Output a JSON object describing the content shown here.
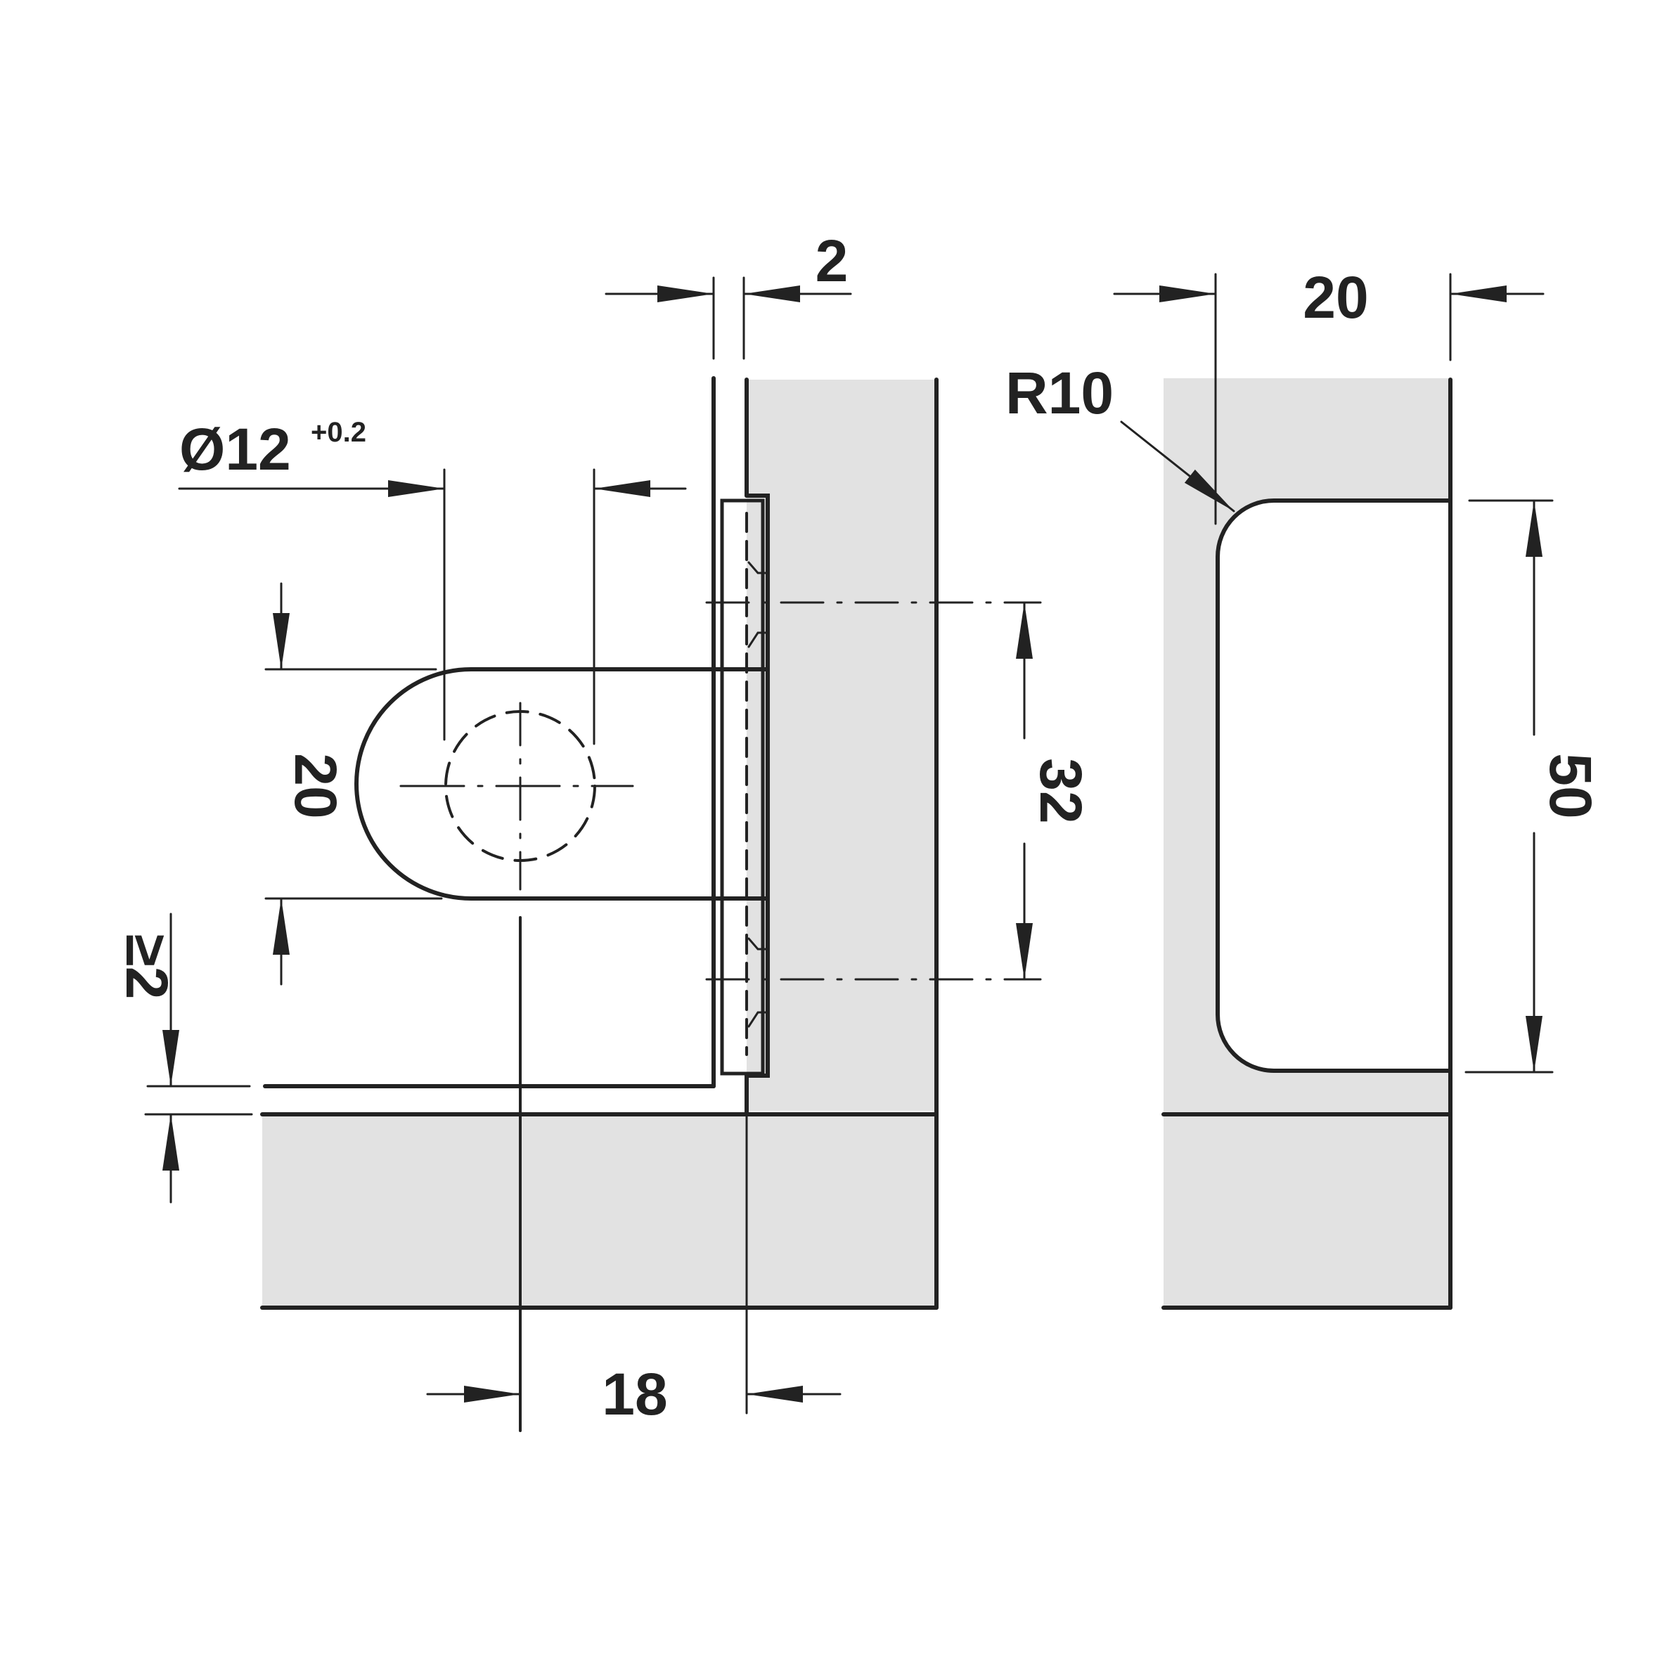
{
  "colors": {
    "line": "#222222",
    "fill": "#e2e2e2",
    "background": "#ffffff"
  },
  "dimensions": {
    "wall_thickness": "2",
    "hole_diameter": "Ø12",
    "hole_tolerance": "+0.2",
    "tab_height": "20",
    "min_gap": "≥2",
    "hole_spacing": "32",
    "edge_offset": "18",
    "slot_width": "20",
    "corner_radius": "R10",
    "slot_height": "50"
  }
}
